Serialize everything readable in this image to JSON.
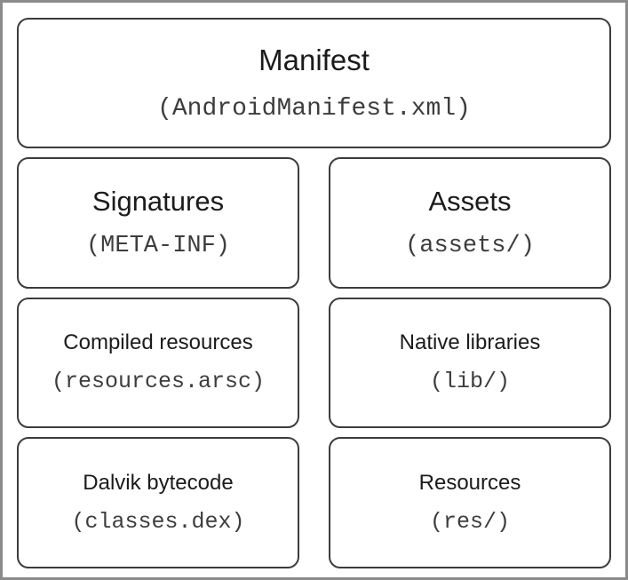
{
  "diagram": {
    "boxes": [
      {
        "id": "manifest",
        "title": "Manifest",
        "path": "(AndroidManifest.xml)"
      },
      {
        "id": "signatures",
        "title": "Signatures",
        "path": "(META-INF)"
      },
      {
        "id": "assets",
        "title": "Assets",
        "path": "(assets/)"
      },
      {
        "id": "compiled-resources",
        "title": "Compiled resources",
        "path": "(resources.arsc)"
      },
      {
        "id": "native-libraries",
        "title": "Native libraries",
        "path": "(lib/)"
      },
      {
        "id": "dalvik-bytecode",
        "title": "Dalvik bytecode",
        "path": "(classes.dex)"
      },
      {
        "id": "resources",
        "title": "Resources",
        "path": "(res/)"
      }
    ],
    "colors": {
      "frame_border": "#8b8b8b",
      "box_border": "#3c3c3c",
      "title_text": "#1b1b1b",
      "mono_text": "#3d3d3d",
      "background": "#ffffff"
    }
  }
}
